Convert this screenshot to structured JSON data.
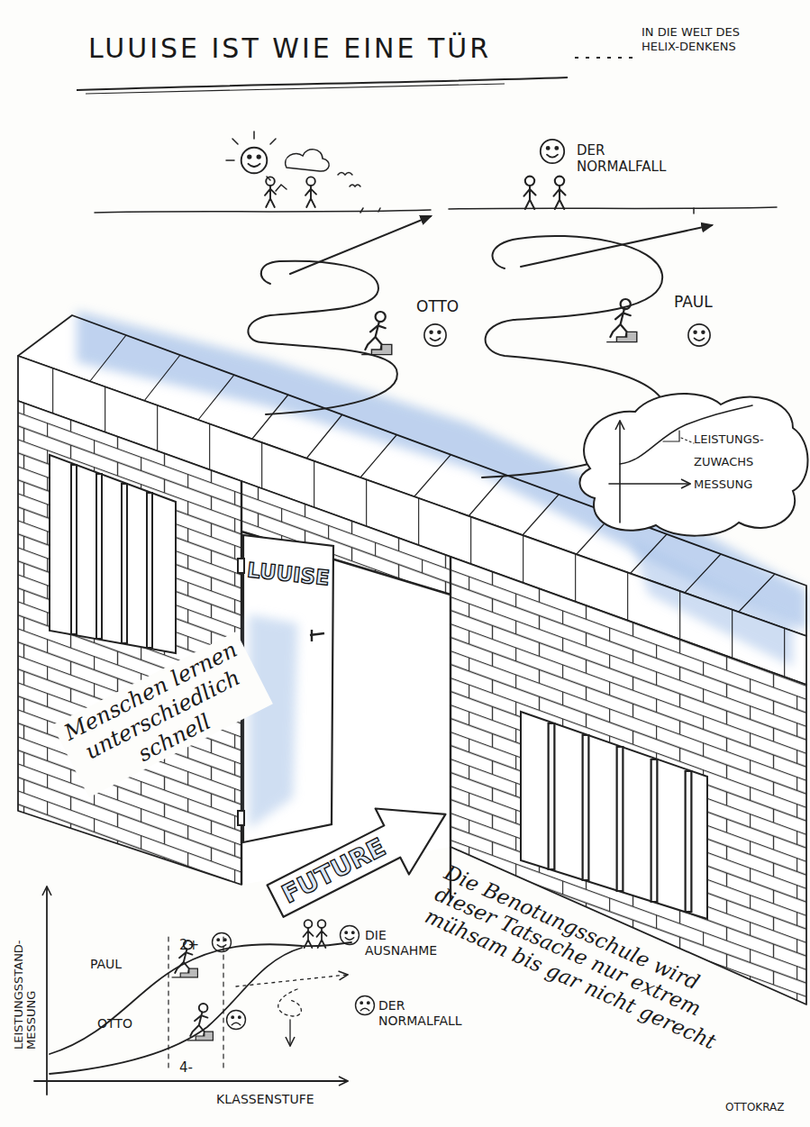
{
  "diagram": {
    "title": "LUUISE IST WIE EINE TÜR",
    "nodes": [
      {
        "text": [
          "LEISTUNGS-ZUWACHS MESSUNG"
        ]
      },
      {
        "text": [
          "LUUISE"
        ]
      },
      {
        "text": [
          "FUTURE"
        ]
      }
    ],
    "labels": [
      "IN DIE WELT DES HELIX-DENKENS",
      "DER NORMALFALL",
      "OTTO",
      "PAUL",
      "Menschen lernen unterschiedlich schnell",
      "Die Benotungsschule wird dieser Tatsache nur extrem mühsam bis gar nicht gerecht",
      "LEISTUNGSSTAND-MESSUNG",
      "PAUL",
      "2+",
      "OTTO",
      "4-",
      "DIE AUSNAHME",
      "DER NORMALFALL",
      "KLASSENSTUFE",
      "OTTOKRAZ"
    ]
  }
}
